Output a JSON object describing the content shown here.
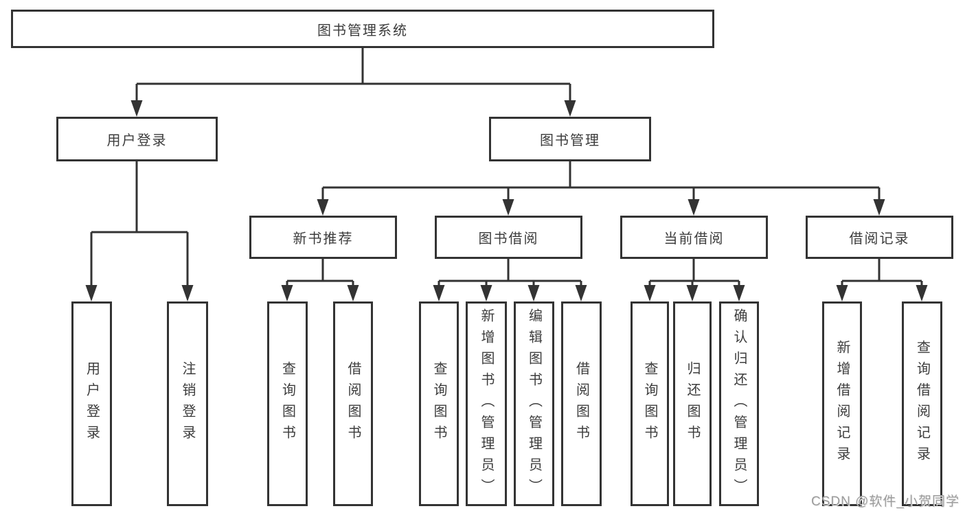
{
  "colors": {
    "line": "#333333",
    "text": "#3c3c3c",
    "watermark": "#9c9c9c",
    "bg": "#ffffff"
  },
  "tree": {
    "label": "图书管理系统",
    "children": [
      {
        "label": "用户登录",
        "children": [
          {
            "label": "用户登录"
          },
          {
            "label": "注销登录"
          }
        ]
      },
      {
        "label": "图书管理",
        "children": [
          {
            "label": "新书推荐",
            "children": [
              {
                "label": "查询图书"
              },
              {
                "label": "借阅图书"
              }
            ]
          },
          {
            "label": "图书借阅",
            "children": [
              {
                "label": "查询图书"
              },
              {
                "label": "新增图书（管理员）"
              },
              {
                "label": "编辑图书（管理员）"
              },
              {
                "label": "借阅图书"
              }
            ]
          },
          {
            "label": "当前借阅",
            "children": [
              {
                "label": "查询图书"
              },
              {
                "label": "归还图书"
              },
              {
                "label": "确认归还（管理员）"
              }
            ]
          },
          {
            "label": "借阅记录",
            "children": [
              {
                "label": "新增借阅记录"
              },
              {
                "label": "查询借阅记录"
              }
            ]
          }
        ]
      }
    ]
  },
  "watermark": {
    "text": "CSDN @软件_小贺同学"
  }
}
